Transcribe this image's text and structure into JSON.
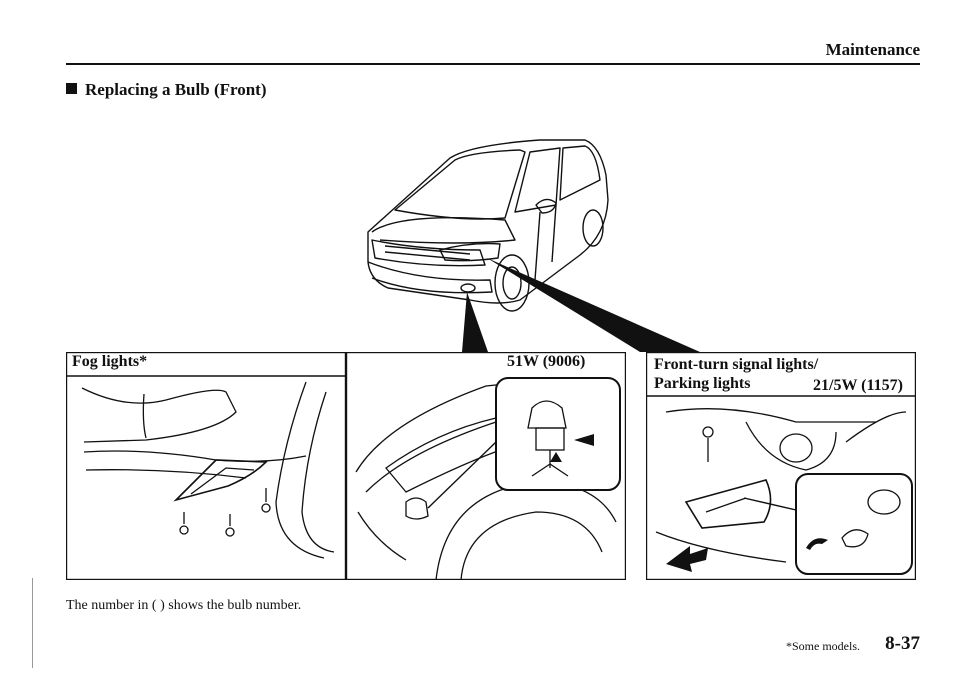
{
  "header": {
    "section": "Maintenance"
  },
  "title": "Replacing a Bulb (Front)",
  "fog_panel": {
    "label": "Fog lights*"
  },
  "headlight_panel": {
    "bulb": "51W (9006)"
  },
  "signal_panel": {
    "label_line1": "Front-turn signal lights/",
    "label_line2": "Parking lights",
    "bulb": "21/5W (1157)"
  },
  "note": "The number in ( ) shows the bulb number.",
  "footer": {
    "footnote": "*Some models.",
    "page": "8-37"
  }
}
